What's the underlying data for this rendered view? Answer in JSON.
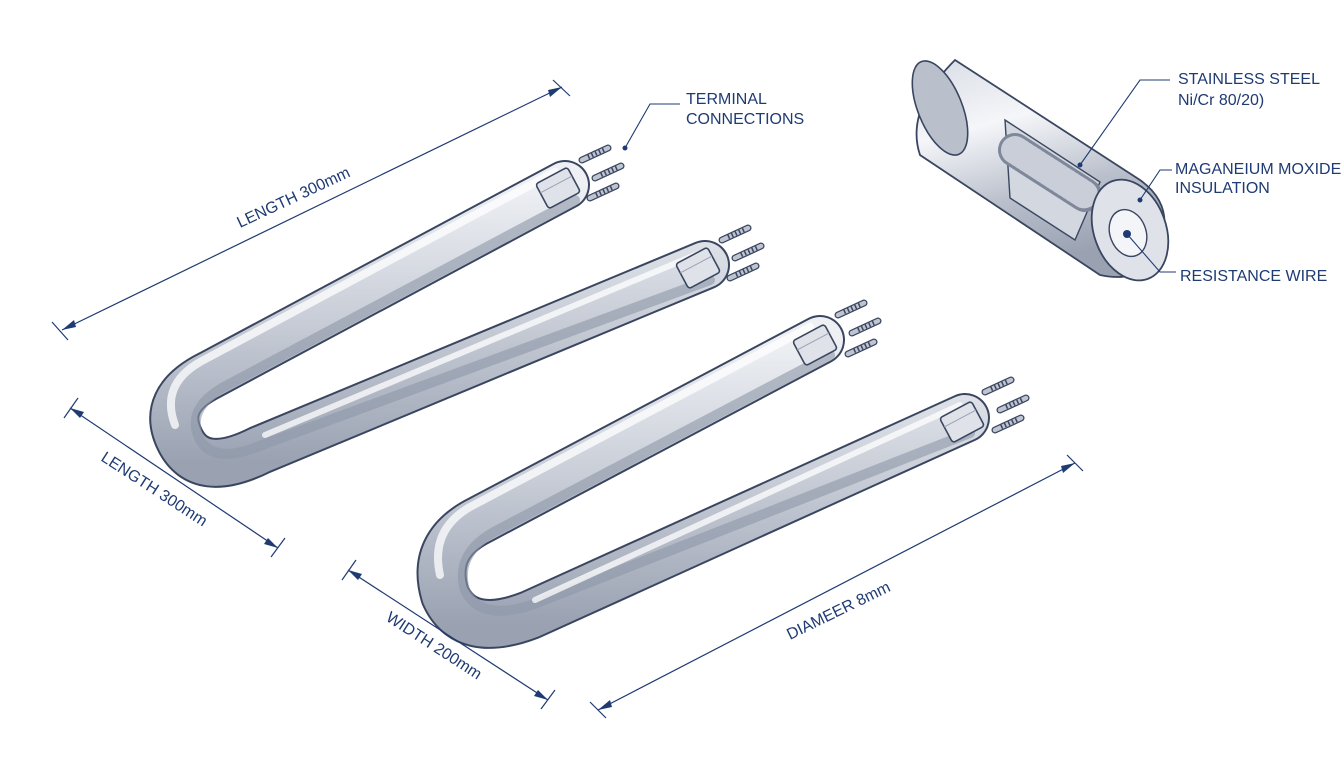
{
  "labels": {
    "length_top": "LENGTH 300mm",
    "length_side": "LENGTH 300mm",
    "width": "WIDTH 200mm",
    "diameter": "DIAMEER 8mm",
    "terminal_line1": "TERMINAL",
    "terminal_line2": "CONNECTIONS",
    "sheath_line1": "STAINLESS STEEL",
    "sheath_line2": "Ni/Cr 80/20)",
    "insulation_line1": "MAGANEIUM MOXIDE",
    "insulation_line2": "INSULATION",
    "wire": "RESISTANCE WIRE"
  },
  "colors": {
    "line": "#1f3b73",
    "metal": "#c7ccd6",
    "metal_dark": "#8e97a8",
    "metal_light": "#eef0f4"
  }
}
